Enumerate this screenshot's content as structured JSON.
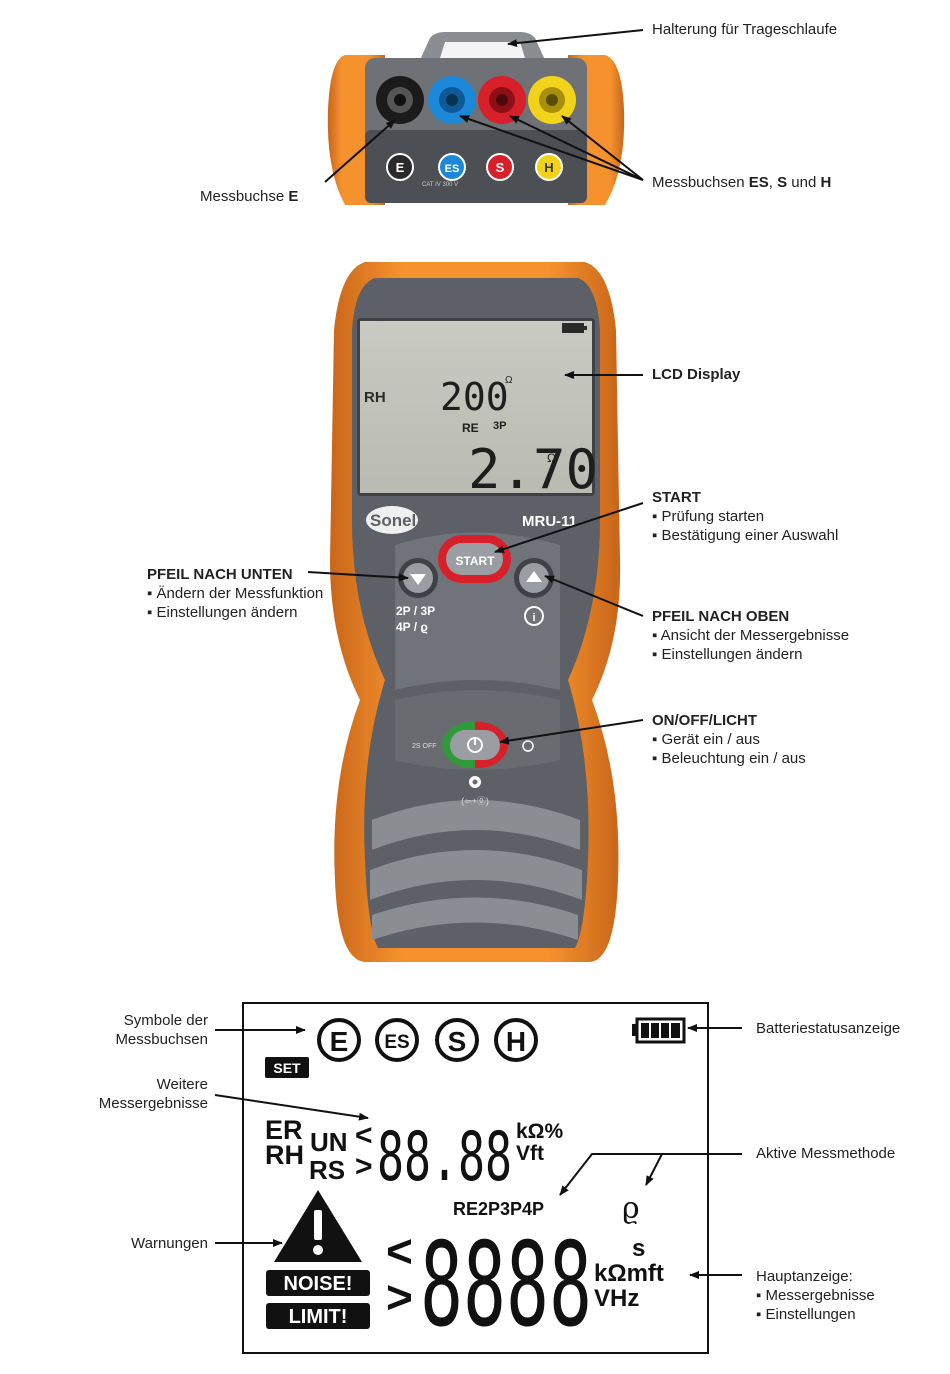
{
  "top_labels": {
    "strap": "Halterung für Trageschlaufe",
    "socket_e_prefix": "Messbuchse ",
    "socket_e_bold": "E",
    "sockets_prefix": "Messbuchsen ",
    "sockets_es": "ES",
    "sockets_comma": ", ",
    "sockets_s": "S",
    "sockets_und": " und ",
    "sockets_h": "H"
  },
  "socket_badges": [
    "E",
    "ES",
    "S",
    "H"
  ],
  "socket_cat": "CAT IV 300 V",
  "socket_colors": {
    "e": "#2a2a2a",
    "es": "#1e88d8",
    "s": "#d8202a",
    "h": "#f2d21a"
  },
  "device": {
    "brand": "Sonel",
    "model": "MRU-11",
    "start_label": "START",
    "lcd_rh": "RH",
    "lcd_rh_value": "200",
    "lcd_rh_unit": "Ω",
    "lcd_re": "RE",
    "lcd_re_mode": "3P",
    "lcd_main_value": "2.70",
    "lcd_main_unit": "Ω",
    "down_sub_1": "2P / 3P",
    "down_sub_2": "4P / ϱ",
    "off_hint": "2S OFF",
    "power_hint": "(⇦+⓪)",
    "body_color": "#f08a2a",
    "face_color": "#5d6066"
  },
  "callouts": {
    "lcd": "LCD Display",
    "start_title": "START",
    "start_items": [
      "Prüfung starten",
      "Bestätigung einer Auswahl"
    ],
    "down_title": "PFEIL NACH UNTEN",
    "down_items": [
      "Ändern der Messfunktion",
      "Einstellungen ändern"
    ],
    "up_title": "PFEIL NACH OBEN",
    "up_items": [
      "Ansicht der Messergebnisse",
      "Einstellungen ändern"
    ],
    "onoff_title": "ON/OFF/LICHT",
    "onoff_items": [
      "Gerät ein / aus",
      "Beleuchtung ein / aus"
    ]
  },
  "lcd_diagram": {
    "symbols_label": [
      "Symbole der",
      "Messbuchsen"
    ],
    "symbols": [
      "E",
      "ES",
      "S",
      "H"
    ],
    "set": "SET",
    "battery_label": "Batteriestatusanzeige",
    "further_label": [
      "Weitere",
      "Messergebnisse"
    ],
    "er": "ER",
    "rh": "RH",
    "un": "UN",
    "rs": "RS",
    "lt": "<",
    "gt": ">",
    "secondary_digits": "88.88",
    "secondary_units_1": "kΩ%",
    "secondary_units_2": "Vft",
    "active_method_label": "Aktive Messmethode",
    "method_row": "RE2P3P4P",
    "rho": "ϱ",
    "warnings_label": "Warnungen",
    "noise": "NOISE!",
    "limit": "LIMIT!",
    "main_digits": "8888",
    "main_unit_s": "s",
    "main_units_1": "kΩmft",
    "main_units_2": "VHz",
    "main_label_title": "Hauptanzeige:",
    "main_label_items": [
      "Messergebnisse",
      "Einstellungen"
    ]
  }
}
